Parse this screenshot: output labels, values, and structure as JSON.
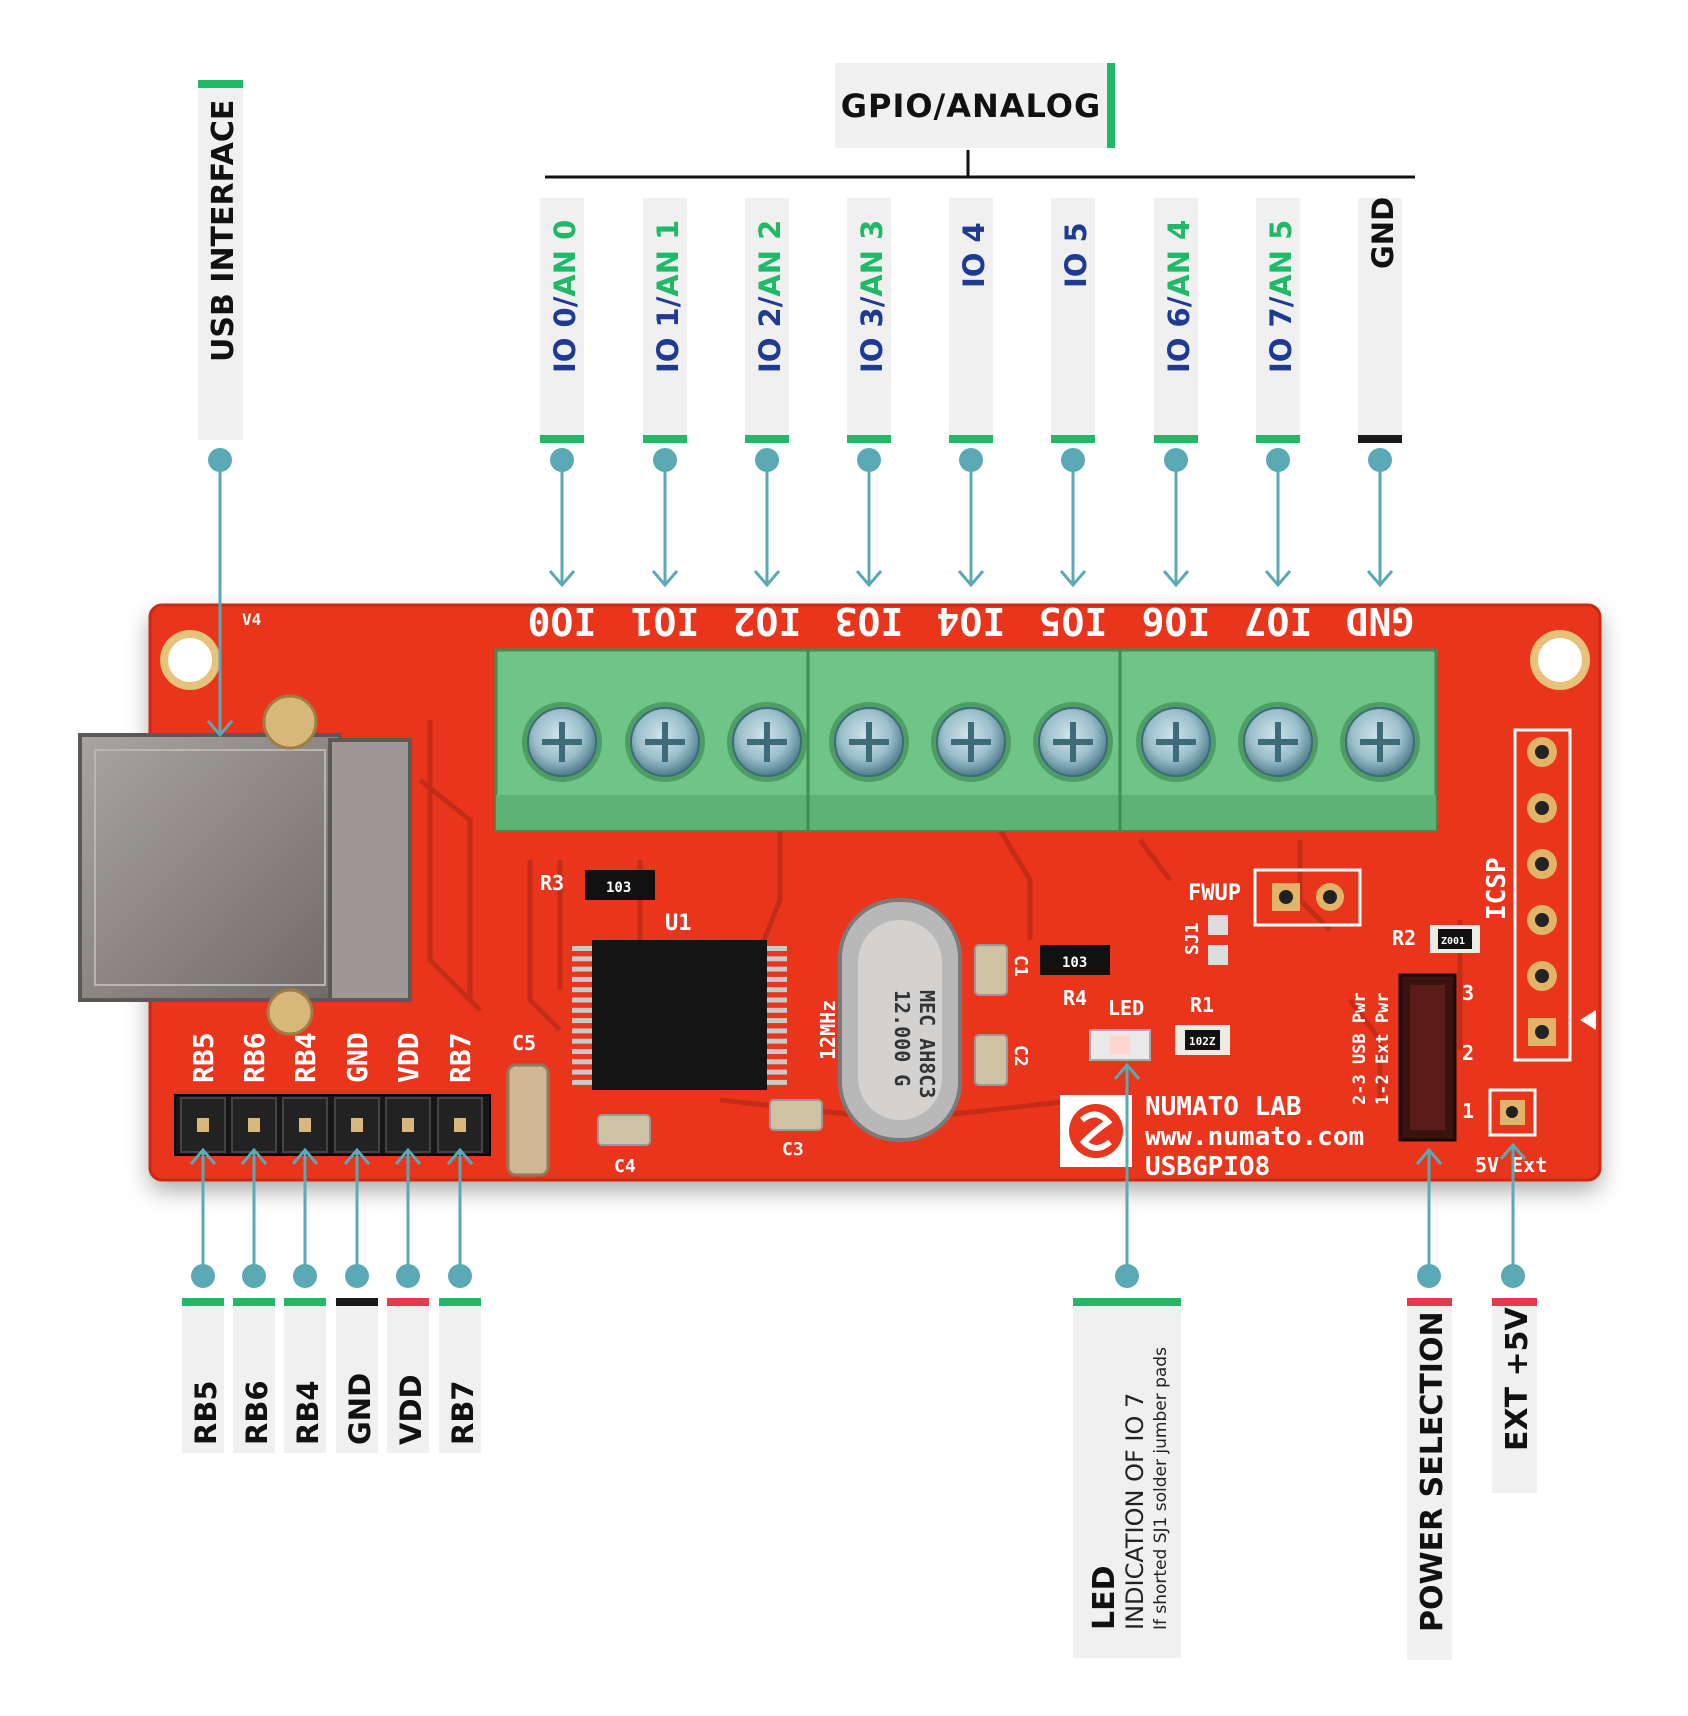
{
  "header": {
    "gpio_label": "GPIO/ANALOG",
    "accent": "#20b968"
  },
  "usb": {
    "label": "USB INTERFACE"
  },
  "top_pins": [
    {
      "io": "IO 0",
      "sep": "/",
      "an": "AN 0",
      "bar": "#20b968"
    },
    {
      "io": "IO 1",
      "sep": "/",
      "an": "AN 1",
      "bar": "#20b968"
    },
    {
      "io": "IO 2",
      "sep": "/",
      "an": "AN 2",
      "bar": "#20b968"
    },
    {
      "io": "IO 3",
      "sep": "/",
      "an": "AN 3",
      "bar": "#20b968"
    },
    {
      "io": "IO 4",
      "sep": "",
      "an": "",
      "bar": "#20b968"
    },
    {
      "io": "IO 5",
      "sep": "",
      "an": "",
      "bar": "#20b968"
    },
    {
      "io": "IO 6",
      "sep": "/",
      "an": "AN 4",
      "bar": "#20b968"
    },
    {
      "io": "IO 7",
      "sep": "/",
      "an": "AN 5",
      "bar": "#20b968"
    },
    {
      "io": "GND",
      "sep": "",
      "an": "",
      "bar": "#1a1a1a"
    }
  ],
  "bottom_pins": [
    {
      "label": "RB5",
      "bar": "#20b968"
    },
    {
      "label": "RB6",
      "bar": "#20b968"
    },
    {
      "label": "RB4",
      "bar": "#20b968"
    },
    {
      "label": "GND",
      "bar": "#1a1a1a"
    },
    {
      "label": "VDD",
      "bar": "#e63950"
    },
    {
      "label": "RB7",
      "bar": "#20b968"
    }
  ],
  "led": {
    "title": "LED",
    "line1": "INDICATION OF IO 7",
    "line2": "If shorted SJ1 solder jumber pads"
  },
  "power": {
    "label": "POWER SELECTION"
  },
  "ext": {
    "label": "EXT +5V"
  },
  "board": {
    "terminal_labels": [
      "IO0",
      "IO1",
      "IO2",
      "IO3",
      "IO4",
      "IO5",
      "IO6",
      "IO7",
      "GND"
    ],
    "header_labels": [
      "RB5",
      "RB6",
      "RB4",
      "GND",
      "VDD",
      "RB7"
    ],
    "version": "V4",
    "brand": "NUMATO LAB",
    "url": "www.numato.com",
    "model": "USBGPIO8",
    "crystal_freq": "12MHz",
    "crystal_text1": "12.000 G",
    "crystal_text2": "MEC AH8C3",
    "chip_ref": "U1",
    "r3": "R3",
    "r3_val": "103",
    "r4": "R4",
    "r4_val": "103",
    "r1": "R1",
    "r1_val": "102Z",
    "r2": "R2",
    "r2_val": "Z001",
    "c1": "C1",
    "c2": "C2",
    "c3": "C3",
    "c4": "C4",
    "c5": "C5",
    "led_ref": "LED",
    "fwup": "FWUP",
    "sj1": "SJ1",
    "icsp": "ICSP",
    "usb_pwr": "2-3 USB Pwr",
    "ext_pwr": "1-2 Ext Pwr",
    "jp_1": "1",
    "jp_2": "2",
    "jp_3": "3",
    "ext_pad": "5V Ext",
    "board_color": "#e8361f",
    "terminal_color": "#6fc487"
  },
  "colors": {
    "teal": "#5aa9b5",
    "label_bg": "#f0f0f0",
    "blue": "#1f3a93",
    "green": "#20b968",
    "red": "#e63950"
  }
}
